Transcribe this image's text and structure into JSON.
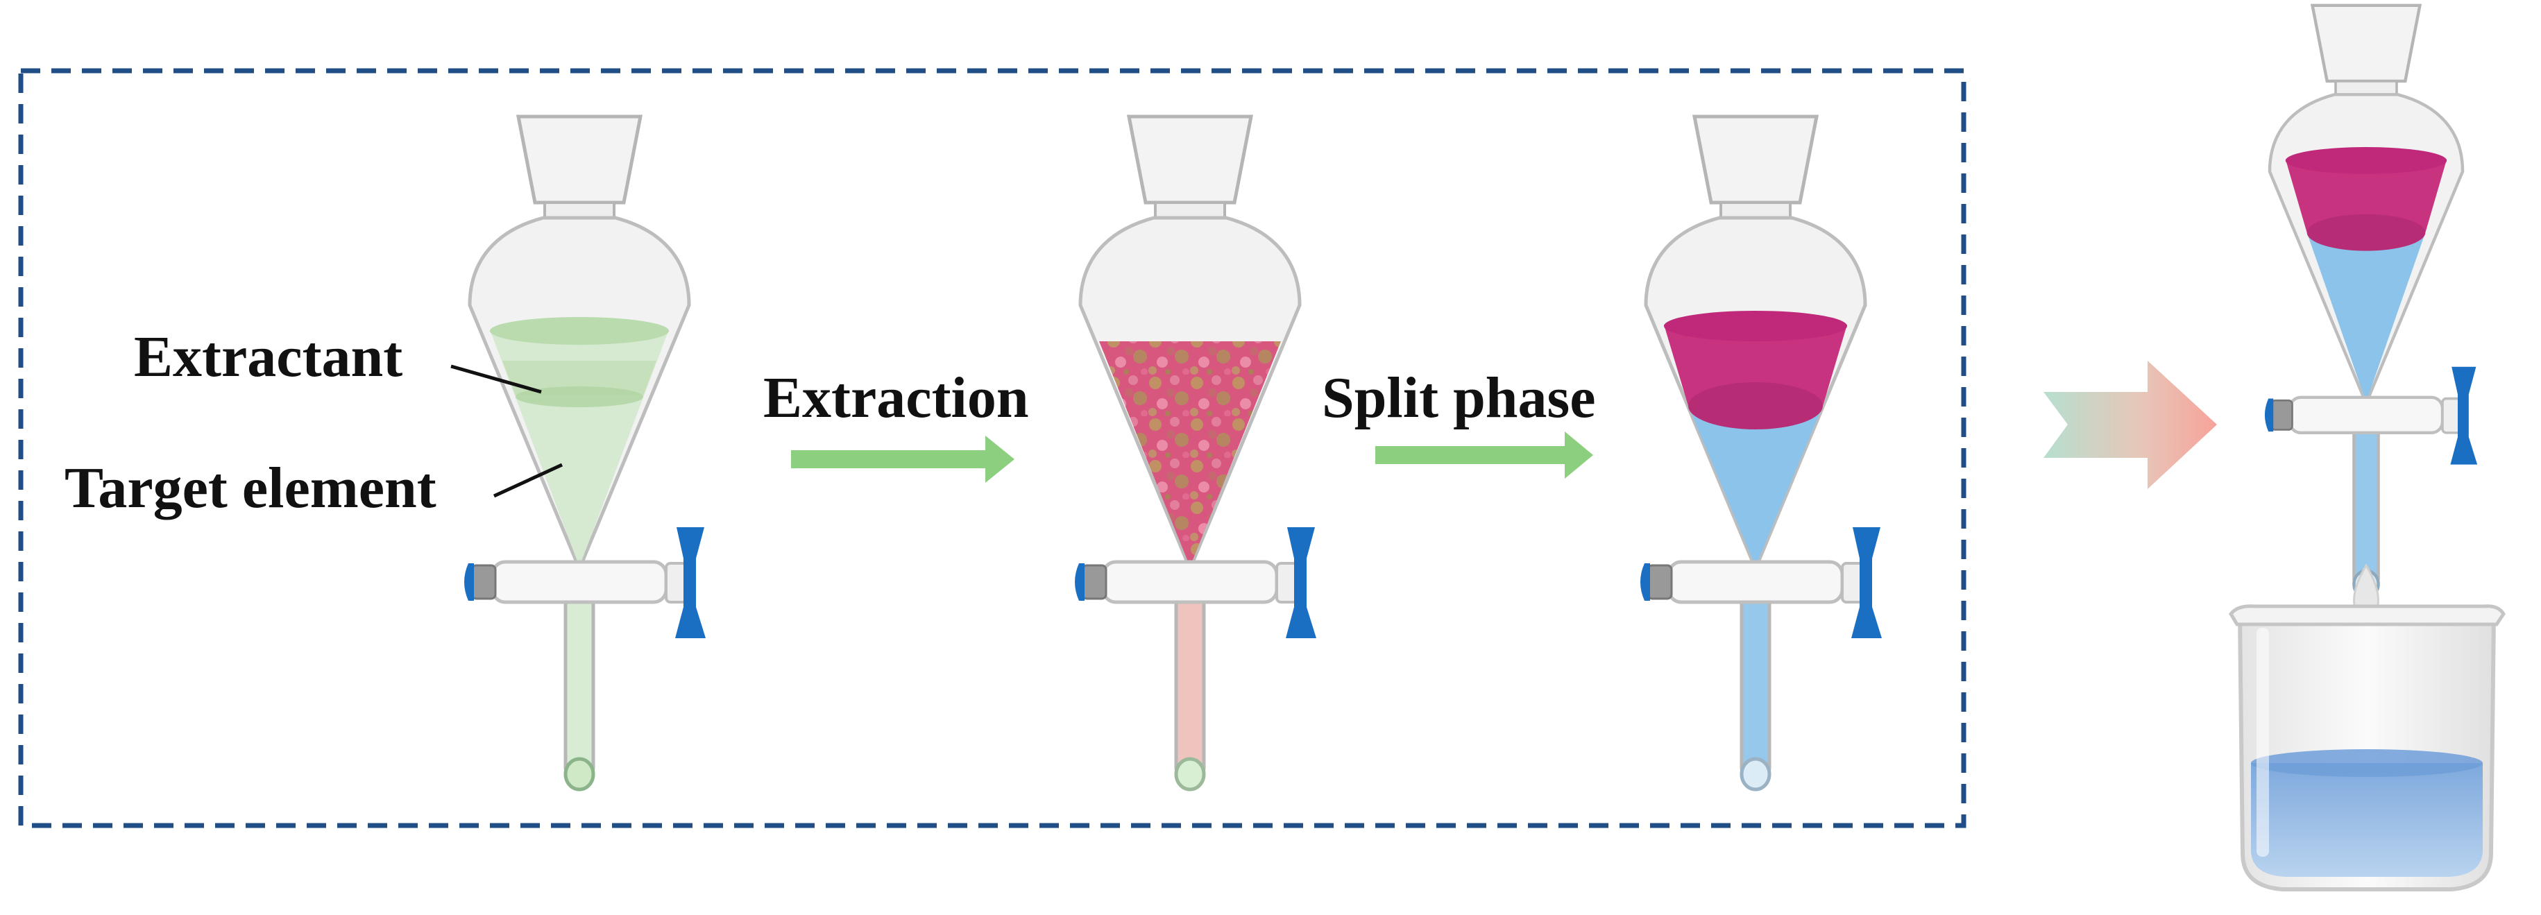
{
  "labels": {
    "extractant": "Extractant",
    "target_element": "Target element",
    "extraction": "Extraction",
    "split_phase": "Split phase"
  },
  "colors": {
    "frame_dash": "#1f4e86",
    "glass_stroke": "#b8b8b8",
    "glass_fill": "#f1f1f1",
    "stopcock_blue": "#1a6fc3",
    "stopcock_gray": "#8a8a8a",
    "mixture_green": "#cfe6c9",
    "mixture_green_band": "#b5d8aa",
    "emulsion_pink": "#d9537a",
    "emulsion_olive": "#b9a25a",
    "organic_magenta": "#c8337f",
    "aqueous_blue": "#8cc3ea",
    "process_arrow_green": "#8bcf7f",
    "stem_pink": "#efc4be",
    "stem_green": "#d8ecd4",
    "big_arrow_start": "#b7dfcf",
    "big_arrow_end": "#f7a39a",
    "beaker_liquid": "#8fb8e6"
  },
  "icons": [
    "separatory-funnel-icon",
    "stopcock-icon",
    "arrow-icon",
    "beaker-icon",
    "droplet-icon"
  ]
}
